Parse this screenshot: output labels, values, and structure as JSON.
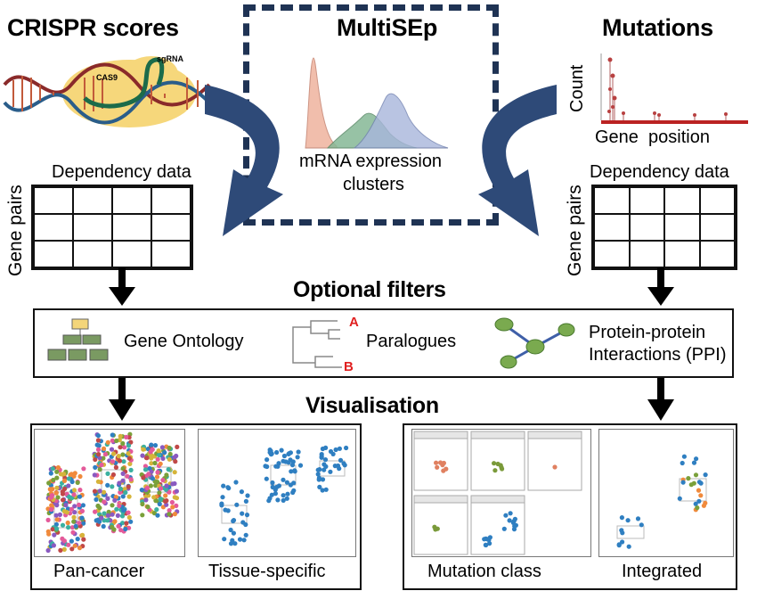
{
  "titles": {
    "crispr": "CRISPR scores",
    "multisep": "MultiSEp",
    "mutations": "Mutations"
  },
  "crispr_image": {
    "cas9": "CAS9",
    "sgrna": "sgRNA"
  },
  "mrna": {
    "line1": "mRNA expression",
    "line2": "clusters"
  },
  "mutation_plot": {
    "ylabel": "Count",
    "xlabel": "Gene  position"
  },
  "left_table": {
    "title": "Dependency data",
    "side_label": "Gene pairs"
  },
  "right_table": {
    "title": "Dependency data",
    "side_label": "Gene pairs"
  },
  "filters": {
    "heading": "Optional filters",
    "items": [
      {
        "label": "Gene Ontology"
      },
      {
        "label": "Paralogues",
        "tips": [
          "A",
          "B"
        ]
      },
      {
        "label_line1": "Protein-protein",
        "label_line2": "Interactions (PPI)"
      }
    ]
  },
  "visualisation": {
    "heading": "Visualisation",
    "panels": [
      {
        "label": "Pan-cancer"
      },
      {
        "label": "Tissue-specific"
      },
      {
        "label": "Mutation class"
      },
      {
        "label": "Integrated"
      }
    ]
  },
  "colors": {
    "dashed_border": "#1f3354",
    "curved_arrow": "#2e4a78",
    "accent_red": "#e02020",
    "ontology_fill": "#7a9a62",
    "ontology_top": "#f3d57a",
    "ppi_node": "#7aaa4f",
    "ppi_edge": "#3f5fa8",
    "point_blue": "#2f7fc1"
  }
}
